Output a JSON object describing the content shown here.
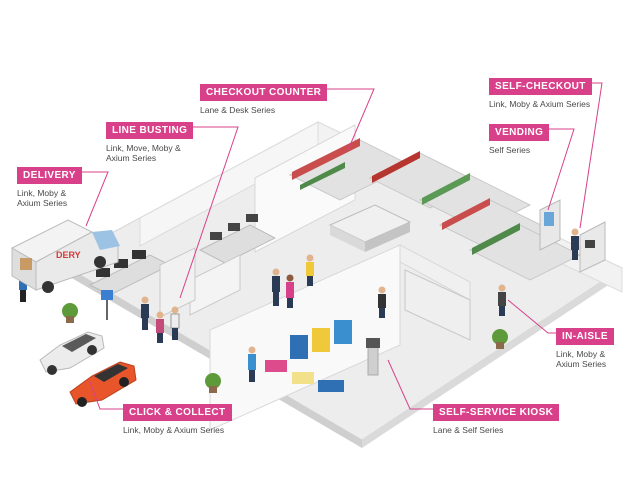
{
  "callouts": {
    "checkout": {
      "title": "CHECKOUT COUNTER",
      "subtitle": "Lane & Desk Series"
    },
    "line_busting": {
      "title": "LINE BUSTING",
      "subtitle_1": "Link, Move, Moby &",
      "subtitle_2": "Axium Series"
    },
    "delivery": {
      "title": "DELIVERY",
      "subtitle_1": "Link, Moby &",
      "subtitle_2": "Axium Series"
    },
    "self_checkout": {
      "title": "SELF-CHECKOUT",
      "subtitle": "Link, Moby & Axium Series"
    },
    "vending": {
      "title": "VENDING",
      "subtitle": "Self Series"
    },
    "in_aisle": {
      "title": "IN-AISLE",
      "subtitle_1": "Link, Moby &",
      "subtitle_2": "Axium Series"
    },
    "click_collect": {
      "title": "CLICK & COLLECT",
      "subtitle": "Link, Moby & Axium Series"
    },
    "kiosk": {
      "title": "SELF-SERVICE KIOSK",
      "subtitle": "Lane & Self Series"
    }
  },
  "van_brand": "DERY",
  "colors": {
    "accent": "#d9408a",
    "floor": "#efefef",
    "wall": "#f7f7f7",
    "car_white": "#e9e9e9",
    "car_orange": "#e8552a"
  }
}
